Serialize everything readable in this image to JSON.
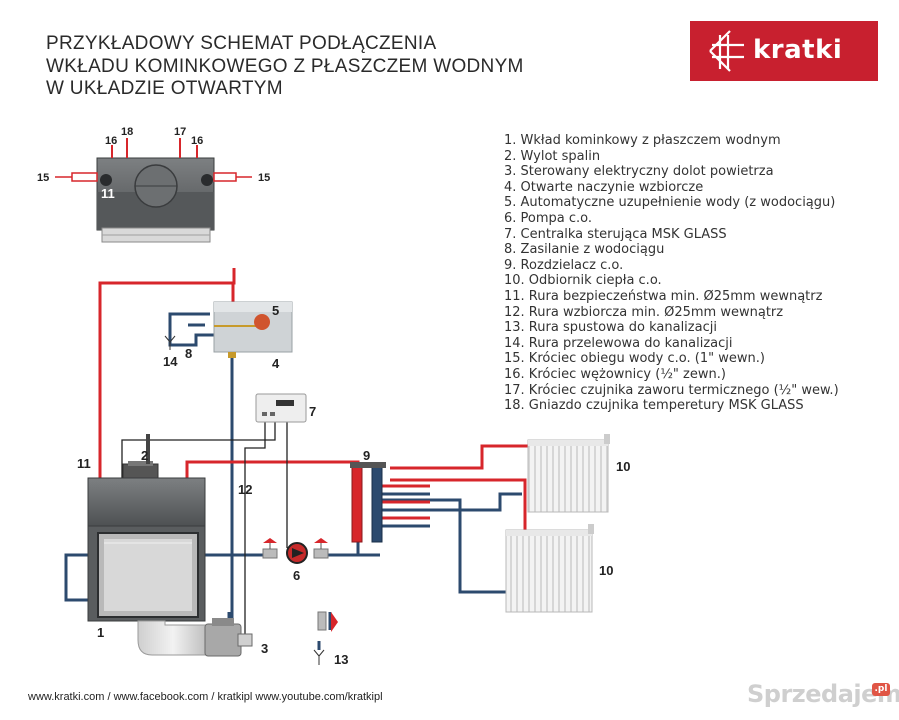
{
  "title": {
    "line1": "PRZYKŁADOWY SCHEMAT PODŁĄCZENIA",
    "line2": "WKŁADU KOMINKOWEGO Z PŁASZCZEM WODNYM",
    "line3": "W UKŁADZIE OTWARTYM"
  },
  "logo": {
    "text": "kratki"
  },
  "legend": [
    "1. Wkład kominkowy z płaszczem wodnym",
    "2. Wylot spalin",
    "3. Sterowany elektryczny dolot powietrza",
    "4. Otwarte naczynie wzbiorcze",
    "5. Automatyczne uzupełnienie wody (z wodociągu)",
    "6. Pompa c.o.",
    "7. Centralka sterująca MSK GLASS",
    "8. Zasilanie z wodociągu",
    "9. Rozdzielacz c.o.",
    "10. Odbiornik ciepła c.o.",
    "11. Rura bezpieczeństwa min. Ø25mm wewnątrz",
    "12. Rura wzbiorcza min. Ø25mm wewnątrz",
    "13. Rura spustowa do kanalizacji",
    "14. Rura przelewowa do kanalizacji",
    "15. Króciec obiegu wody c.o. (1\" wewn.)",
    "16. Króciec wężownicy (½\" zewn.)",
    "17. Króciec czujnika zaworu termicznego (½\" wew.)",
    "18. Gniazdo czujnika temperetury MSK GLASS"
  ],
  "labels": {
    "top": {
      "l16a": "16",
      "l18": "18",
      "l17": "17",
      "l16b": "16",
      "l15a": "15",
      "l15b": "15",
      "l11": "11"
    },
    "main": {
      "l1": "1",
      "l2": "2",
      "l3": "3",
      "l4": "4",
      "l5": "5",
      "l6": "6",
      "l7": "7",
      "l8": "8",
      "l9": "9",
      "l10a": "10",
      "l10b": "10",
      "l11": "11",
      "l12": "12",
      "l13": "13",
      "l14": "14"
    }
  },
  "footer": "www.kratki.com / www.facebook.com / kratkipl www.youtube.com/kratkipl",
  "watermark": {
    "text": "Sprzedajemy",
    "badge": ".pl"
  },
  "colors": {
    "supply": "#d7262b",
    "return": "#2c4a6e",
    "brand": "#c8202f",
    "metal": "#5e6163"
  }
}
